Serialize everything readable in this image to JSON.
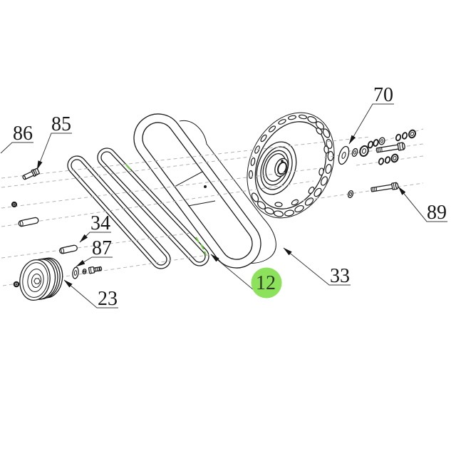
{
  "diagram": {
    "type": "exploded-parts-diagram",
    "background_color": "#ffffff",
    "line_color": "#1c1c1c",
    "leader_color": "#3c3c3c",
    "axis_line_color": "#b3b3b3",
    "highlight_color": "#8ce25a",
    "highlight_mark_color": "#6ec43e",
    "callouts": [
      {
        "id": "86",
        "label": "86",
        "highlighted": false
      },
      {
        "id": "85",
        "label": "85",
        "highlighted": false
      },
      {
        "id": "34",
        "label": "34",
        "highlighted": false
      },
      {
        "id": "87",
        "label": "87",
        "highlighted": false
      },
      {
        "id": "23",
        "label": "23",
        "highlighted": false
      },
      {
        "id": "12",
        "label": "12",
        "highlighted": true
      },
      {
        "id": "33",
        "label": "33",
        "highlighted": false
      },
      {
        "id": "70",
        "label": "70",
        "highlighted": false
      },
      {
        "id": "89",
        "label": "89",
        "highlighted": false
      }
    ]
  }
}
